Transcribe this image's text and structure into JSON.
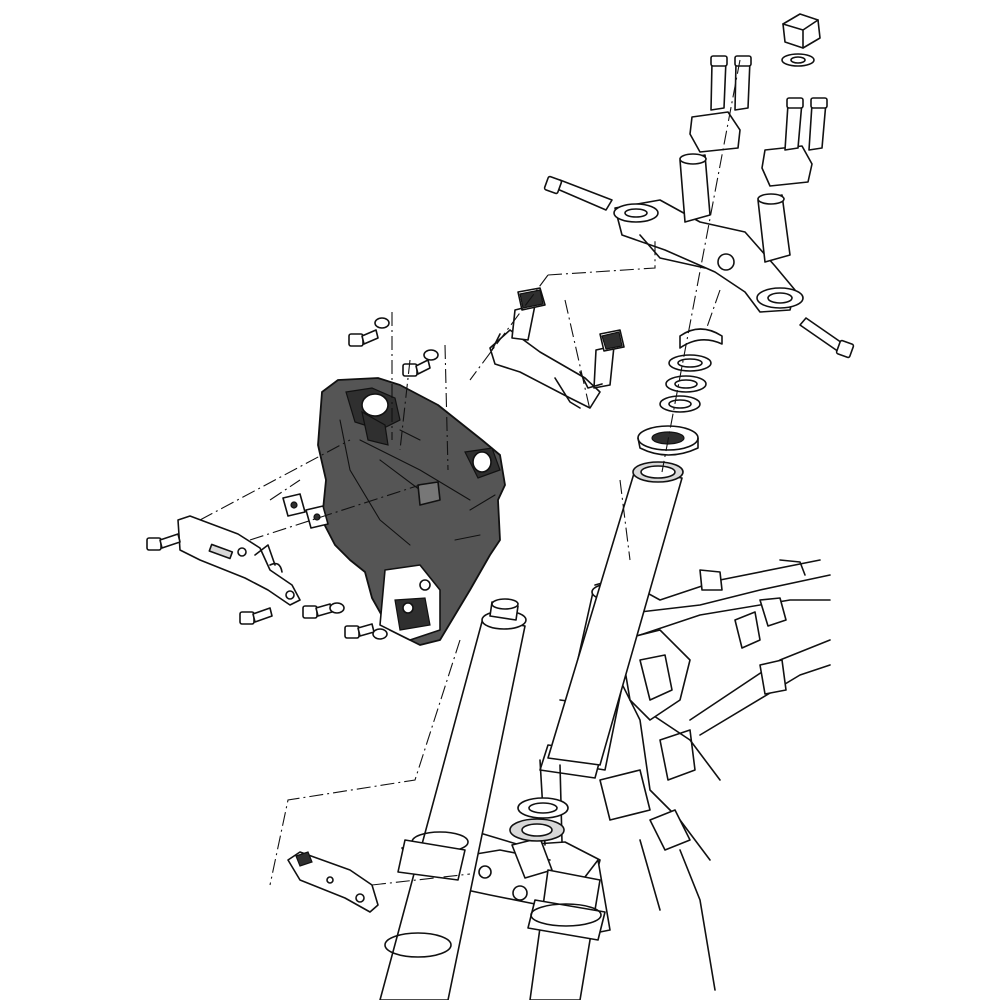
{
  "diagram": {
    "background": "#ffffff",
    "line_color": "#111111",
    "highlight_fill": "#555555",
    "parts": [
      {
        "name": "top-clamp-bridge"
      },
      {
        "name": "handlebar-holder"
      },
      {
        "name": "steering-stem-nut"
      },
      {
        "name": "steering-bearing-set"
      },
      {
        "name": "headlight-bracket"
      },
      {
        "name": "instrument-housing"
      },
      {
        "name": "side-bracket"
      },
      {
        "name": "frame-head-tube"
      },
      {
        "name": "lower-fork-bridge"
      },
      {
        "name": "fork-tube-left"
      },
      {
        "name": "fork-tube-right"
      },
      {
        "name": "lower-bracket-plate"
      }
    ]
  }
}
